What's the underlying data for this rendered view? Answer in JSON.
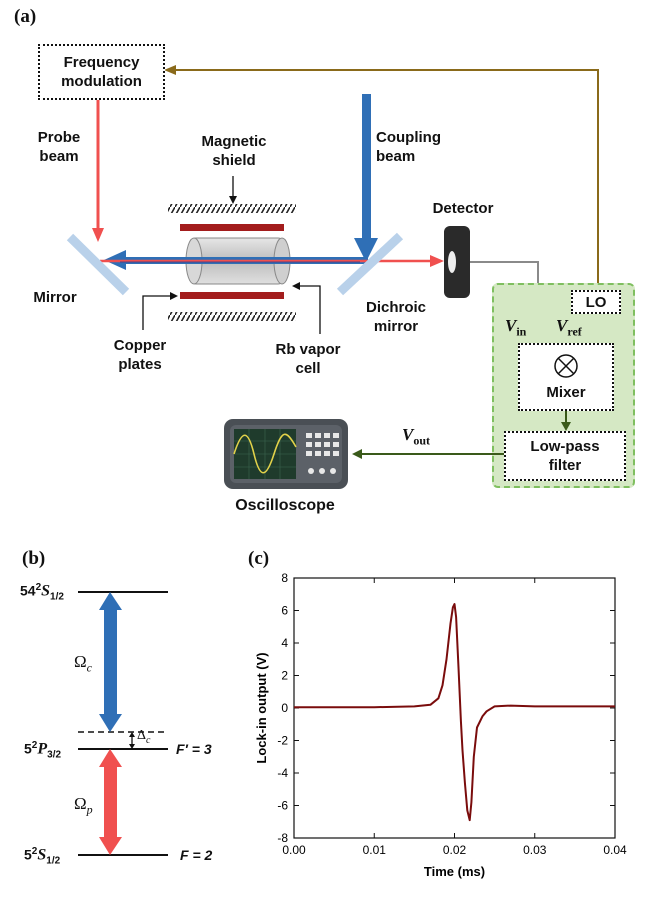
{
  "panels": {
    "a": "(a)",
    "b": "(b)",
    "c": "(c)"
  },
  "setup": {
    "frequency_modulation": [
      "Frequency",
      "modulation"
    ],
    "probe_beam": [
      "Probe",
      "beam"
    ],
    "magnetic_shield": [
      "Magnetic",
      "shield"
    ],
    "coupling_beam": [
      "Coupling",
      "beam"
    ],
    "detector": "Detector",
    "mirror": "Mirror",
    "dichroic_mirror": [
      "Dichroic",
      "mirror"
    ],
    "copper_plates": [
      "Copper",
      "plates"
    ],
    "rb_vapor_cell": [
      "Rb vapor",
      "cell"
    ],
    "lo": "LO",
    "v_in": {
      "base": "V",
      "sub": "in"
    },
    "v_ref": {
      "base": "V",
      "sub": "ref"
    },
    "v_out": {
      "base": "V",
      "sub": "out"
    },
    "mixer": "Mixer",
    "low_pass_filter": [
      "Low-pass",
      "filter"
    ],
    "oscilloscope": "Oscilloscope",
    "colors": {
      "probe": "#f0504f",
      "coupling": "#2f6fb6",
      "feedback": "#8a6a1a",
      "signal": "#3a5a1a",
      "green_bg": "#d5e8c4"
    }
  },
  "levels": {
    "top": {
      "prefix": "54",
      "sup": "2",
      "term": "S",
      "sub": "1/2"
    },
    "mid": {
      "prefix": "5",
      "sup": "2",
      "term": "P",
      "sub": "3/2",
      "f_label": "F′ = 3"
    },
    "bottom": {
      "prefix": "5",
      "sup": "2",
      "term": "S",
      "sub": "1/2",
      "f_label": "F = 2"
    },
    "omega_c": {
      "base": "Ω",
      "sub": "c"
    },
    "omega_p": {
      "base": "Ω",
      "sub": "p"
    },
    "delta_c": {
      "base": "Δ",
      "sub": "c"
    }
  },
  "chart_data": {
    "type": "line",
    "xlabel": "Time (ms)",
    "ylabel": "Lock-in output (V)",
    "xlim": [
      0.0,
      0.04
    ],
    "ylim": [
      -8,
      8
    ],
    "xticks": [
      "0.00",
      "0.01",
      "0.02",
      "0.03",
      "0.04"
    ],
    "yticks": [
      "8",
      "6",
      "4",
      "2",
      "0",
      "-2",
      "-4",
      "-6",
      "-8"
    ],
    "series": [
      {
        "color": "#7a0c0c",
        "x": [
          0.0,
          0.005,
          0.01,
          0.015,
          0.017,
          0.018,
          0.0185,
          0.019,
          0.0195,
          0.0198,
          0.02,
          0.0202,
          0.0205,
          0.0208,
          0.021,
          0.0213,
          0.0216,
          0.0219,
          0.0221,
          0.0224,
          0.0228,
          0.0235,
          0.024,
          0.025,
          0.027,
          0.03,
          0.035,
          0.04
        ],
        "y": [
          0.05,
          0.05,
          0.05,
          0.1,
          0.2,
          0.6,
          1.4,
          3.0,
          5.2,
          6.2,
          6.4,
          5.6,
          2.5,
          -0.8,
          -2.6,
          -4.6,
          -6.3,
          -6.9,
          -5.8,
          -3.0,
          -1.2,
          -0.5,
          -0.2,
          0.1,
          0.15,
          0.1,
          0.1,
          0.1
        ]
      }
    ]
  }
}
